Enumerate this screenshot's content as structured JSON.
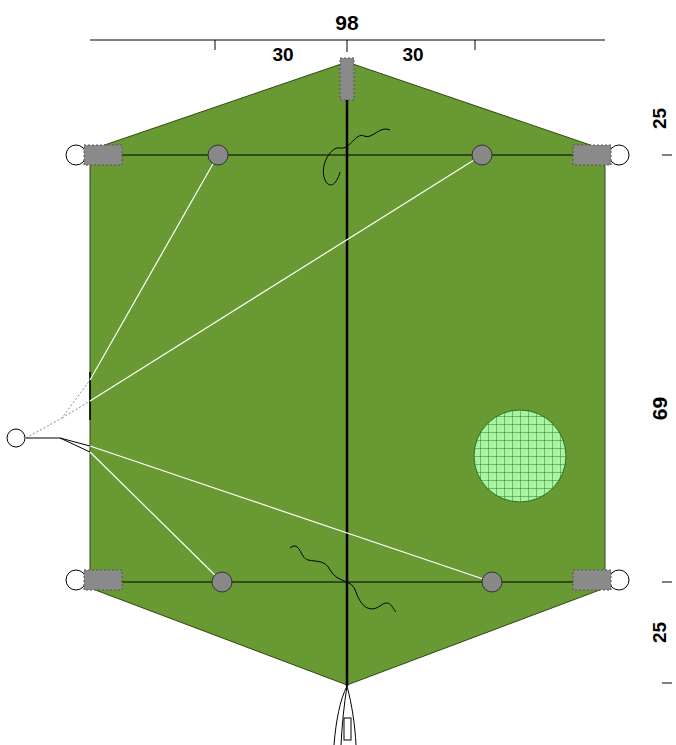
{
  "diagram": {
    "labels": [
      "98",
      "30",
      "30",
      "25",
      "69",
      "25"
    ]
  }
}
